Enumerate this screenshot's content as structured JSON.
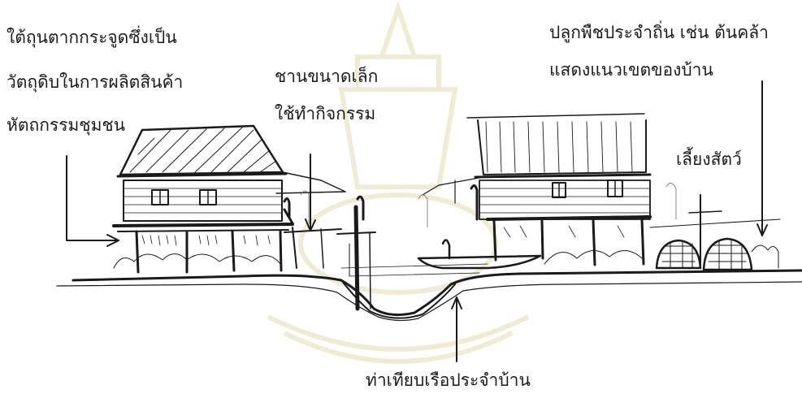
{
  "labels": {
    "left_line1": "ใต้ถุนตากกระจูดซึ่งเป็น",
    "left_line2": "วัตถุดิบในการผลิตสินค้า",
    "left_line3": "หัตถกรรมชุมชน",
    "mid_line1": "ชานขนาดเล็ก",
    "mid_line2": "ใช้ทำกิจกรรม",
    "right_line1": "ปลูกพืชประจำถิ่น เช่น ต้นคล้า",
    "right_line2": "แสดงแนวเขตของบ้าน",
    "animals": "เลี้ยงสัตว์",
    "bottom": "ท่าเทียบเรือประจำบ้าน"
  },
  "colors": {
    "ink": "#1a1a1a",
    "watermark": "#ede6ca",
    "paper": "#ffffff"
  }
}
